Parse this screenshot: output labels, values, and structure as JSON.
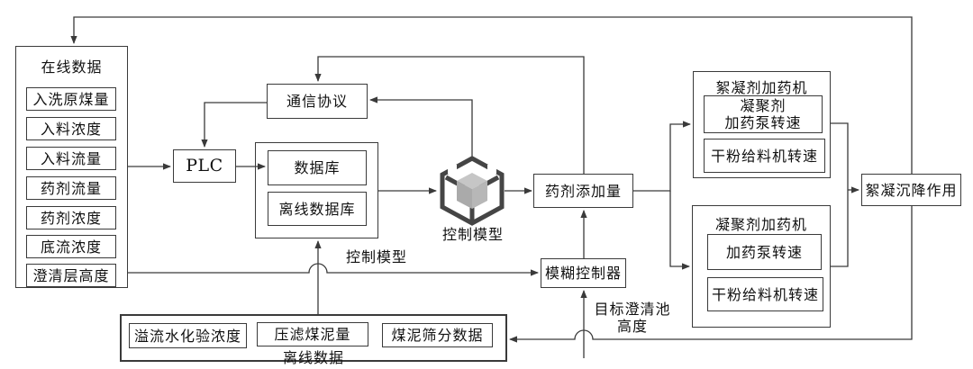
{
  "diagram": {
    "online_data": {
      "title": "在线数据",
      "items": [
        "入洗原煤量",
        "入料浓度",
        "入料流量",
        "药剂流量",
        "药剂浓度",
        "底流浓度",
        "澄清层高度"
      ]
    },
    "plc": {
      "label": "PLC"
    },
    "comm_protocol": {
      "label": "通信协议"
    },
    "database_group": {
      "items": [
        "数据库",
        "离线数据库"
      ]
    },
    "control_model_icon": {
      "label": "控制模型"
    },
    "dosing_amount": {
      "label": "药剂添加量"
    },
    "fuzzy_controller": {
      "label": "模糊控制器"
    },
    "edge_labels": {
      "control_model": "控制模型",
      "target_clarifier_height": "目标澄清池\n高度"
    },
    "flocculant_machine": {
      "title": "絮凝剂加药机",
      "items": [
        "凝聚剂\n加药泵转速",
        "干粉给料机转速"
      ]
    },
    "coagulant_machine": {
      "title": "凝聚剂加药机",
      "items": [
        "加药泵转速",
        "干粉给料机转速"
      ]
    },
    "sedimentation": {
      "label": "絮凝沉降作用"
    },
    "offline_data": {
      "title": "离线数据",
      "items": [
        "溢流水化验浓度",
        "压滤煤泥量",
        "煤泥筛分数据"
      ]
    },
    "colors": {
      "line": "#3a3a3a",
      "text": "#111111",
      "cube_stroke": "#454545",
      "cube_fill": "#b4b4b4"
    }
  }
}
